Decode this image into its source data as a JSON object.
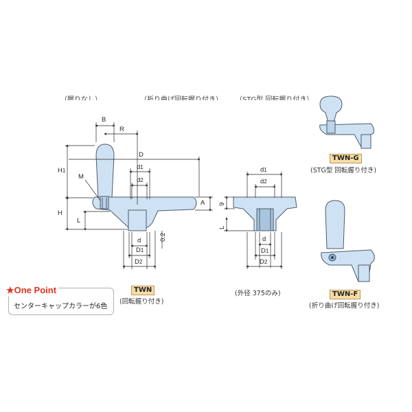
{
  "headers": {
    "col1": "（握りなし）",
    "col2": "（折り曲げ回転握り付き）",
    "col3": "（STG型 回転握り付き）"
  },
  "models": {
    "twn": {
      "tag": "TWN",
      "caption": "(回転握り付き)"
    },
    "center": {
      "caption": "(外径 375のみ)"
    },
    "twn_g": {
      "tag": "TWN-G",
      "caption": "(STG型 回転握り付き)"
    },
    "twn_f": {
      "tag": "TWN-F",
      "caption": "(折り曲げ回転握り付き)"
    }
  },
  "dimensions": {
    "B": "B",
    "R": "R",
    "D": "D",
    "d1": "d",
    "d1_sub": "1",
    "d2": "d",
    "d2_sub": "2",
    "H1": "H",
    "H1_sub": "1",
    "M": "M",
    "H": "H",
    "L": "L",
    "A": "A",
    "d": "d",
    "D1": "D",
    "D1_sub": "1",
    "D2": "D",
    "D2_sub": "2",
    "val_02": "0.2",
    "c_d1": "d",
    "c_d1_sub": "1",
    "c_d2": "d",
    "c_d2_sub": "2",
    "c_9": "9",
    "c_L": "L",
    "c_d": "d",
    "c_D1": "D",
    "c_D1_sub": "1",
    "c_D2": "D",
    "c_D2_sub": "2"
  },
  "one_point": {
    "title": "★One Point",
    "text": "センターキャップカラーが6色"
  },
  "colors": {
    "part_fill": "#cfe2f3",
    "part_stroke": "#4a5a6a",
    "tag_fill": "#f7dca5",
    "accent": "#e0301e"
  }
}
